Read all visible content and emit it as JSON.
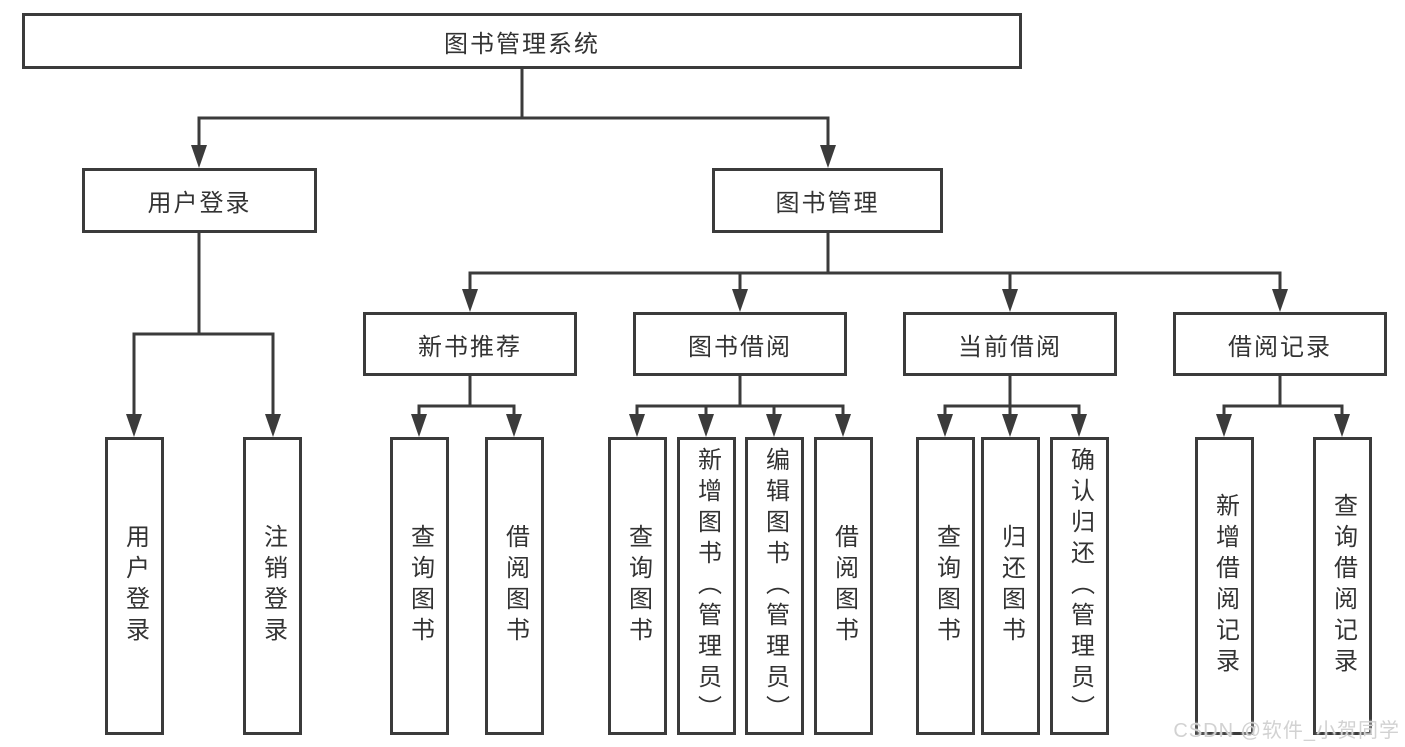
{
  "tree": {
    "root": {
      "label": "图书管理系统"
    },
    "branches": [
      {
        "label": "用户登录",
        "leaves": [
          {
            "label": "用户登录"
          },
          {
            "label": "注销登录"
          }
        ]
      },
      {
        "label": "图书管理",
        "sections": [
          {
            "label": "新书推荐",
            "leaves": [
              {
                "label": "查询图书"
              },
              {
                "label": "借阅图书"
              }
            ]
          },
          {
            "label": "图书借阅",
            "leaves": [
              {
                "label": "查询图书"
              },
              {
                "label": "新增图书（管理员）"
              },
              {
                "label": "编辑图书（管理员）"
              },
              {
                "label": "借阅图书"
              }
            ]
          },
          {
            "label": "当前借阅",
            "leaves": [
              {
                "label": "查询图书"
              },
              {
                "label": "归还图书"
              },
              {
                "label": "确认归还（管理员）"
              }
            ]
          },
          {
            "label": "借阅记录",
            "leaves": [
              {
                "label": "新增借阅记录"
              },
              {
                "label": "查询借阅记录"
              }
            ]
          }
        ]
      }
    ]
  },
  "watermark": {
    "text": "CSDN @软件_小贺同学"
  },
  "colors": {
    "line": "#3b3b3b",
    "text": "#333333",
    "background": "#ffffff",
    "watermark": "#d2d2d2"
  }
}
